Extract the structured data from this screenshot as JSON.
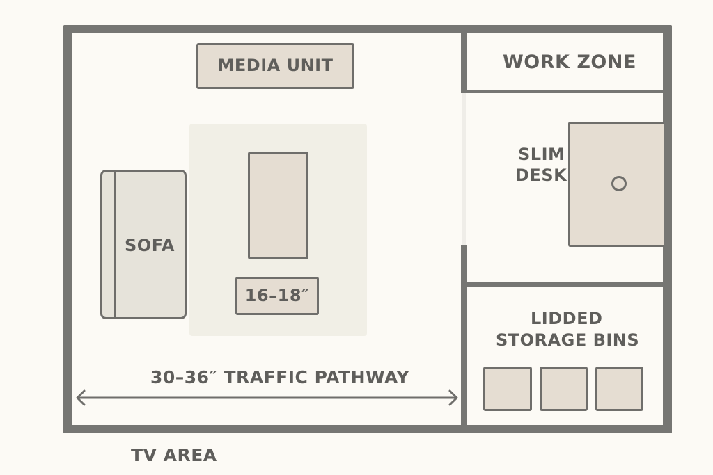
{
  "diagram": {
    "type": "floor-plan",
    "colors": {
      "background": "#fcfaf5",
      "wall": "#767673",
      "furniture_fill": "#e5ddd2",
      "furniture_stroke": "#6f6e6b",
      "rug_fill": "#f1efe6",
      "text": "#5f5e5b"
    },
    "zones": {
      "tv_area": {
        "label": "TV AREA"
      },
      "work_zone": {
        "label": "WORK ZONE"
      },
      "storage": {
        "label_line1": "LIDDED",
        "label_line2": "STORAGE BINS"
      }
    },
    "furniture": {
      "media_unit": {
        "label": "MEDIA UNIT"
      },
      "sofa": {
        "label": "SOFA"
      },
      "coffee_table": {
        "clearance_label": "16–18″"
      },
      "slim_desk": {
        "label_line1": "SLIM",
        "label_line2": "DESK"
      },
      "storage_bins": [
        {
          "name": "bin-1"
        },
        {
          "name": "bin-2"
        },
        {
          "name": "bin-3"
        }
      ]
    },
    "annotations": {
      "traffic_pathway": {
        "label": "30–36″ TRAFFIC PATHWAY"
      }
    }
  }
}
